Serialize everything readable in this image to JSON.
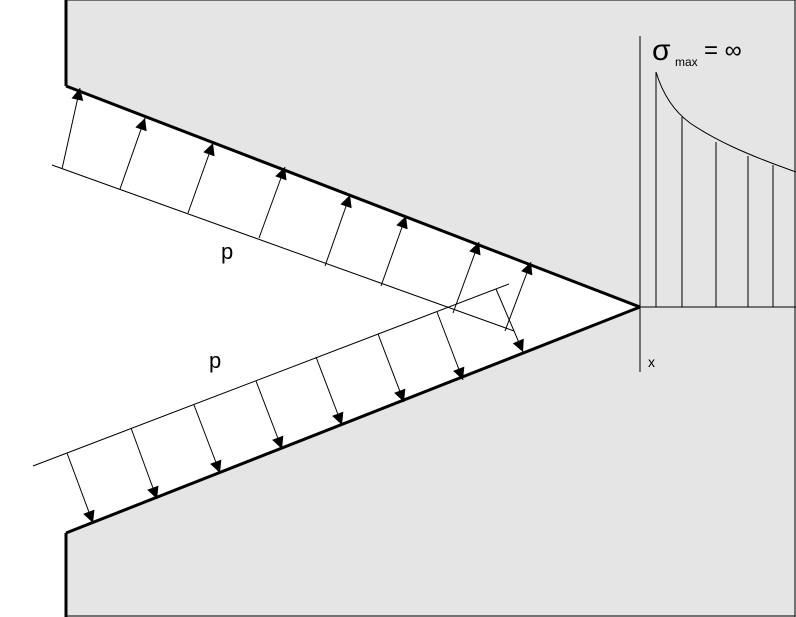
{
  "colors": {
    "background": "#ffffff",
    "material": "#e5e5e5",
    "line": "#000000"
  },
  "labels": {
    "upper_load": "p",
    "lower_load": "p",
    "sigma_symbol": "σ",
    "sigma_subscript": "max",
    "sigma_value": "= ∞",
    "axis_x": "x"
  }
}
